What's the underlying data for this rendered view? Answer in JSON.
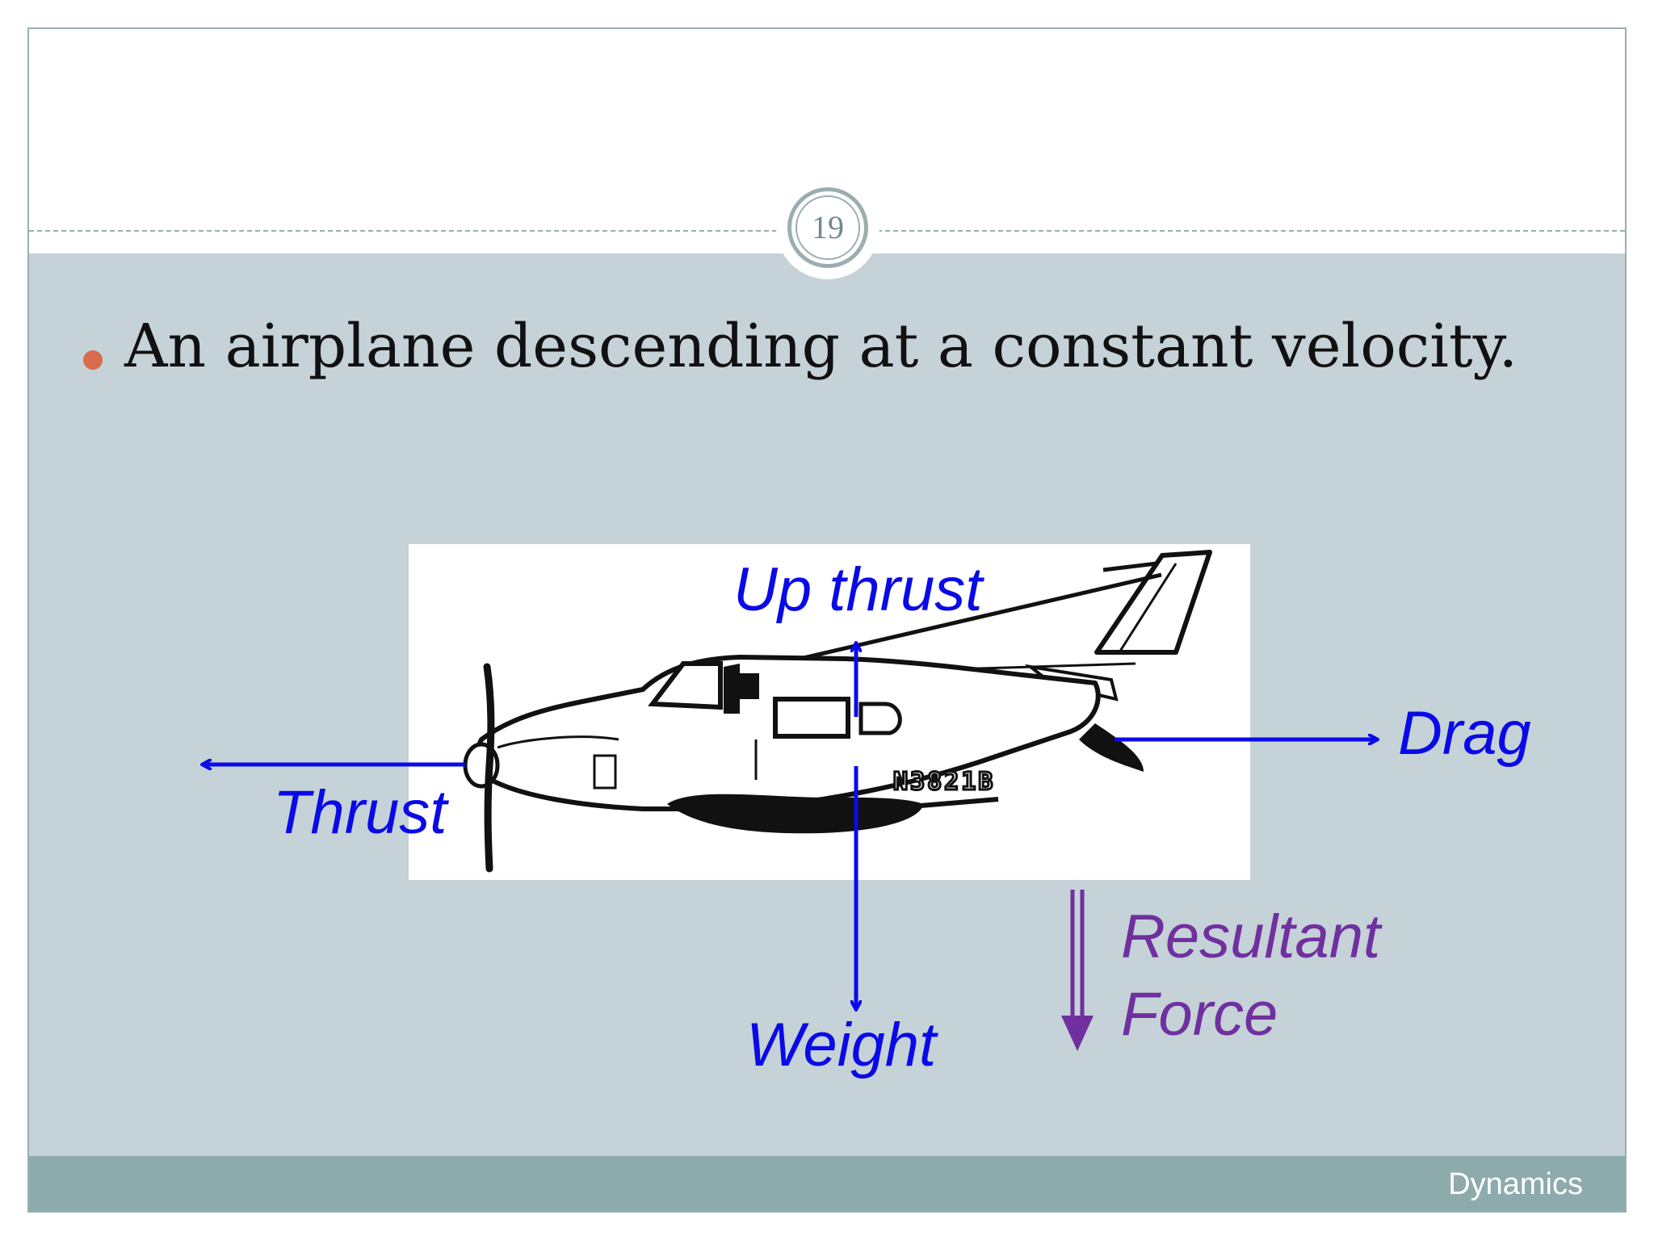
{
  "slide": {
    "page_number": "19",
    "bullet": "An airplane descending at a constant velocity.",
    "footer": "Dynamics"
  },
  "diagram": {
    "airplane_registration": "N3821B",
    "labels": {
      "up_thrust": "Up thrust",
      "drag": "Drag",
      "thrust": "Thrust",
      "weight": "Weight",
      "resultant_line1": "Resultant",
      "resultant_line2": "Force"
    },
    "colors": {
      "force_arrows": "#0a0ae8",
      "resultant": "#7030a0",
      "bullet": "#d96b4e",
      "content_background": "#c5d2d7",
      "footer_background": "#8dabad",
      "accent_line": "#9aaeb0"
    }
  }
}
